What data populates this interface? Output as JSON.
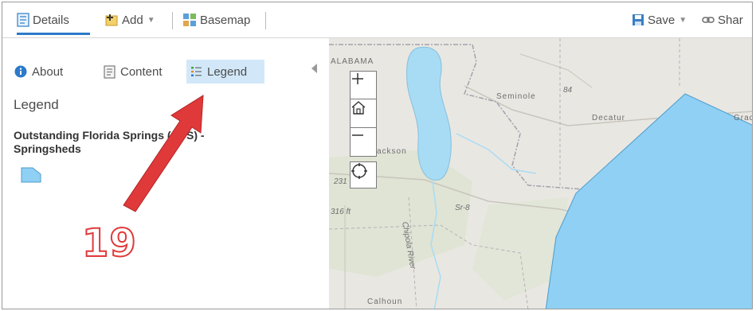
{
  "toolbar": {
    "details_label": "Details",
    "add_label": "Add",
    "basemap_label": "Basemap",
    "save_label": "Save",
    "share_label": "Shar"
  },
  "panel": {
    "tabs": [
      {
        "label": "About"
      },
      {
        "label": "Content"
      },
      {
        "label": "Legend"
      }
    ],
    "legend_heading": "Legend",
    "layer_title": "Outstanding Florida Springs (OFS) - Springsheds"
  },
  "annotation": {
    "step_number": "19",
    "arrow_color": "#e0393a"
  },
  "map": {
    "labels": {
      "alabama": "ALABAMA",
      "seminole": "Seminole",
      "decatur": "Decatur",
      "grady": "Grady",
      "jackson": "ackson",
      "sr8": "Sr-8",
      "chipola_river": "Chipola River",
      "elevation": "316 ft",
      "calhoun": "Calhoun",
      "route84": "84",
      "route231": "231"
    },
    "polygon_color": "#8fd0f4"
  },
  "colors": {
    "accent": "#2c7ac9",
    "active_tab_bg": "#d2e8f9",
    "water": "#a8dcf5"
  }
}
